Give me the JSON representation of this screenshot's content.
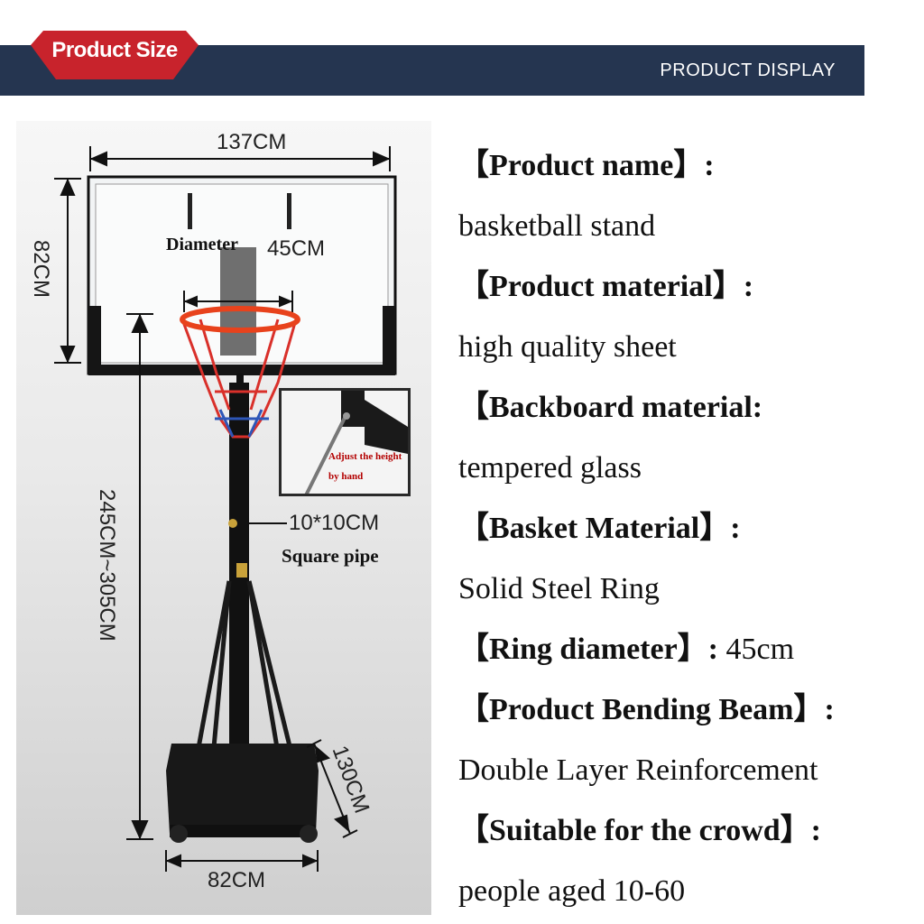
{
  "banner": {
    "tag_label": "Product Size",
    "title": "PRODUCT DISPLAY"
  },
  "photo": {
    "dim_width": "137CM",
    "dim_board_height": "82CM",
    "diameter_label": "Diameter",
    "diameter_value": "45CM",
    "dim_total_height": "245CM~305CM",
    "pipe_size": "10*10CM",
    "pipe_label": "Square pipe",
    "dim_base_depth": "130CM",
    "dim_base_width": "82CM",
    "inset_text": "Adjust the height by hand",
    "colors": {
      "rim": "#e8421c",
      "net_red": "#d9302a",
      "net_blue": "#2d56b8",
      "pole": "#111111"
    }
  },
  "specs": [
    {
      "head": "【Product name】:",
      "value": ""
    },
    {
      "head": "",
      "value": "basketball stand"
    },
    {
      "head": "【Product material】:",
      "value": ""
    },
    {
      "head": "",
      "value": "high quality sheet"
    },
    {
      "head": "【Backboard material:",
      "value": ""
    },
    {
      "head": "",
      "value": "tempered glass"
    },
    {
      "head": "【Basket Material】:",
      "value": ""
    },
    {
      "head": "",
      "value": "Solid Steel Ring"
    },
    {
      "head": "【Ring diameter】:",
      "value": " 45cm"
    },
    {
      "head": "【Product Bending Beam】:",
      "value": ""
    },
    {
      "head": "",
      "value": "Double Layer Reinforcement"
    },
    {
      "head": "【Suitable for the crowd】:",
      "value": ""
    },
    {
      "head": "",
      "value": "people aged 10-60"
    }
  ]
}
